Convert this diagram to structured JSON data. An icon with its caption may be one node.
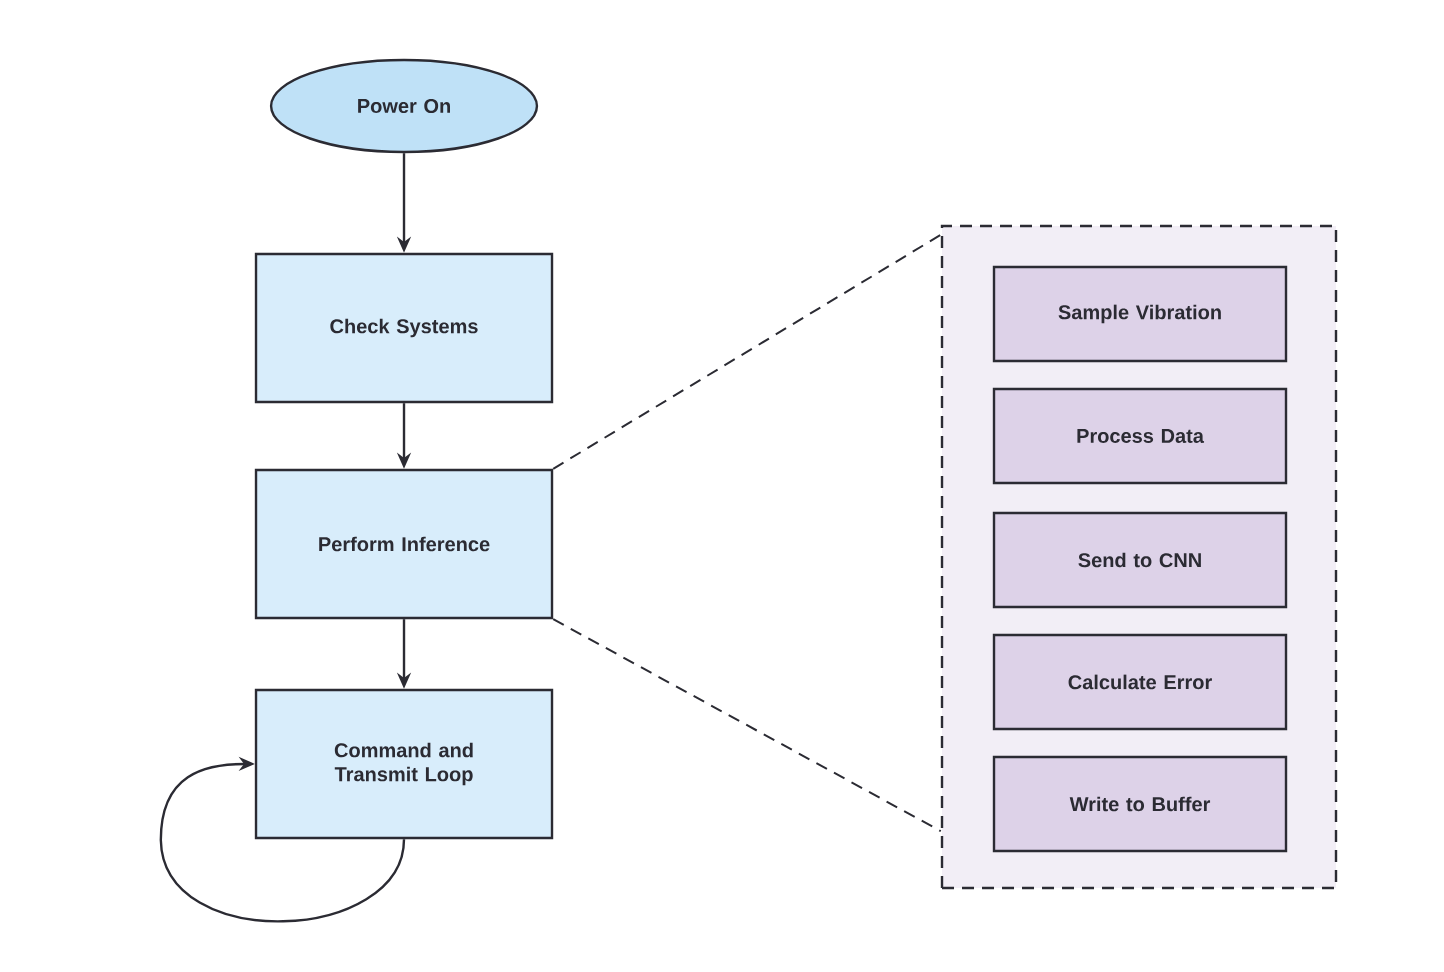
{
  "diagram": {
    "nodes": [
      {
        "text": [
          "Power On"
        ]
      },
      {
        "text": [
          "Check Systems"
        ]
      },
      {
        "text": [
          "Perform Inference"
        ]
      },
      {
        "text": [
          "Command and Transmit Loop"
        ]
      },
      {
        "text": [],
        "shape": "box"
      },
      {
        "text": [
          "Sample Vibration"
        ],
        "in": 4
      },
      {
        "text": [
          "Process Data"
        ],
        "in": 4
      },
      {
        "text": [
          "Send to CNN"
        ],
        "in": 4
      },
      {
        "text": [
          "Calculate Error"
        ],
        "in": 4
      },
      {
        "text": [
          "Write to Buffer"
        ],
        "in": 4
      }
    ],
    "edges": [
      {
        "from": 0,
        "to": 1,
        "arrow": "to"
      },
      {
        "from": 1,
        "to": 2,
        "arrow": "to"
      },
      {
        "from": 2,
        "to": 3,
        "arrow": "to"
      },
      {
        "from": 3,
        "to": 3,
        "arrow": "to"
      },
      {
        "from": 2,
        "to": 4,
        "arrow": "none",
        "style": "dashed"
      },
      {
        "from": 2,
        "to": 4,
        "arrow": "none",
        "style": "dashed"
      }
    ]
  }
}
